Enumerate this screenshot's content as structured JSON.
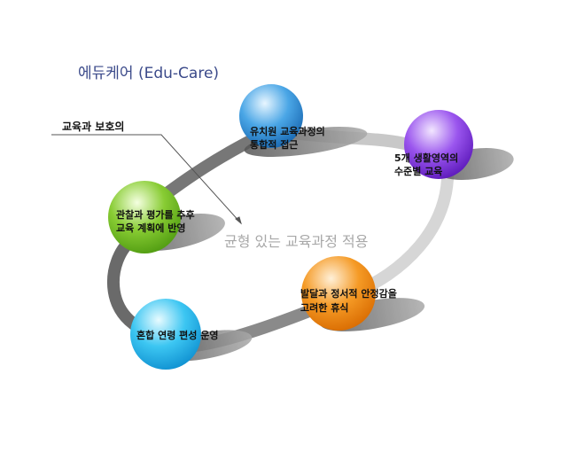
{
  "title": "에듀케어 (Edu-Care)",
  "callout": "교육과 보호의",
  "center_text": "균형 있는 교육과정 적용",
  "nodes": [
    {
      "line1": "유치원 교육과정의",
      "line2": "통합적 접근",
      "color": "#2f8fd8"
    },
    {
      "line1": "5개 생활영역의",
      "line2": "수준별 교육",
      "color": "#8a3ee0"
    },
    {
      "line1": "관찰과 평가를 추후",
      "line2": "교육 계획에 반영",
      "color": "#6fbf1f"
    },
    {
      "line1": "발달과 정서적 안정감을",
      "line2": "고려한 휴식",
      "color": "#f28a10"
    },
    {
      "line1": "혼합 연령 편성 운영",
      "line2": "",
      "color": "#1fb6ee"
    }
  ],
  "colors": {
    "title": "#3b4a8a",
    "center_text": "#a8a8a8"
  }
}
